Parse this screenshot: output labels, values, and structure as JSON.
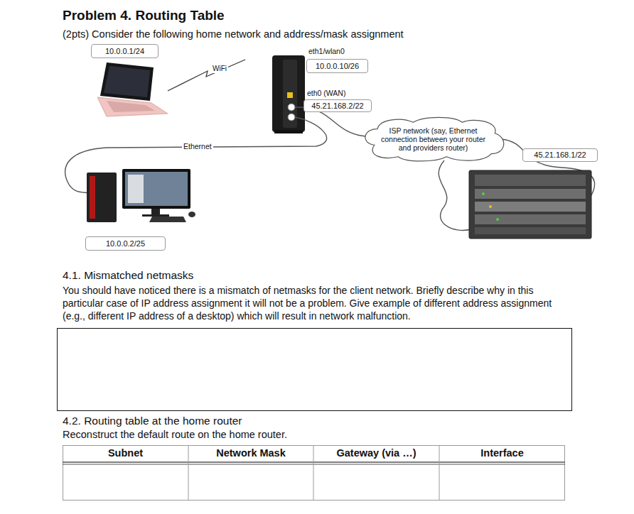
{
  "diagram": {
    "title": "Problem 4. Routing Table",
    "nodes": [
      {
        "text": [
          "10.0.0.1/24"
        ]
      },
      {
        "text": [
          "10.0.0.10/26"
        ]
      },
      {
        "text": [
          "45.21.168.2/22"
        ]
      },
      {
        "text": [
          "ISP network (say, Ethernet connection between your router and providers router)"
        ]
      },
      {
        "text": [
          "45.21.168.1/22"
        ]
      },
      {
        "text": [
          "10.0.0.2/25"
        ]
      }
    ],
    "labels": [
      "(2pts) Consider the following home network and address/mask assignment",
      "WiFi",
      "eth1/wlan0",
      "eth0 (WAN)",
      "Ethernet",
      "4.1. Mismatched netmasks",
      "You should have noticed there is a mismatch of netmasks for the client network. Briefly describe why in this particular case of IP address assignment it will not be a problem. Give example of different address assignment (e.g., different IP address of a desktop) which will result in network malfunction.",
      "4.2. Routing table at the home router",
      "Reconstruct the default route on the home router.",
      "Subnet",
      "Network Mask",
      "Gateway (via …)",
      "Interface"
    ]
  }
}
